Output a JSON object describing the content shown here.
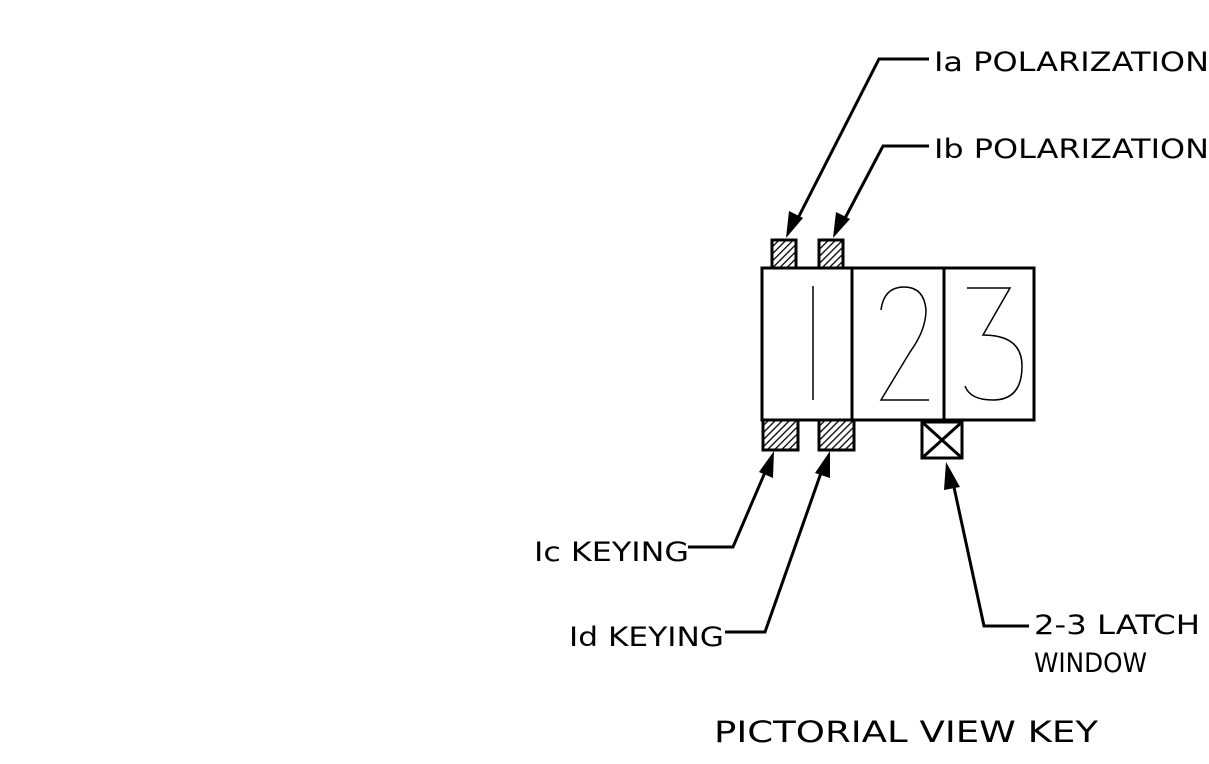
{
  "labels": {
    "ia_polarization": "Ia POLARIZATION",
    "ib_polarization": "Ib POLARIZATION",
    "ic_keying": "Ic KEYING",
    "id_keying": "Id KEYING",
    "latch_window_line1": "2-3 LATCH",
    "latch_window_line2": "WINDOW",
    "title": "PICTORIAL VIEW KEY"
  },
  "cells": [
    "1",
    "2",
    "3"
  ],
  "colors": {
    "ink": "#000000",
    "background": "#ffffff"
  }
}
